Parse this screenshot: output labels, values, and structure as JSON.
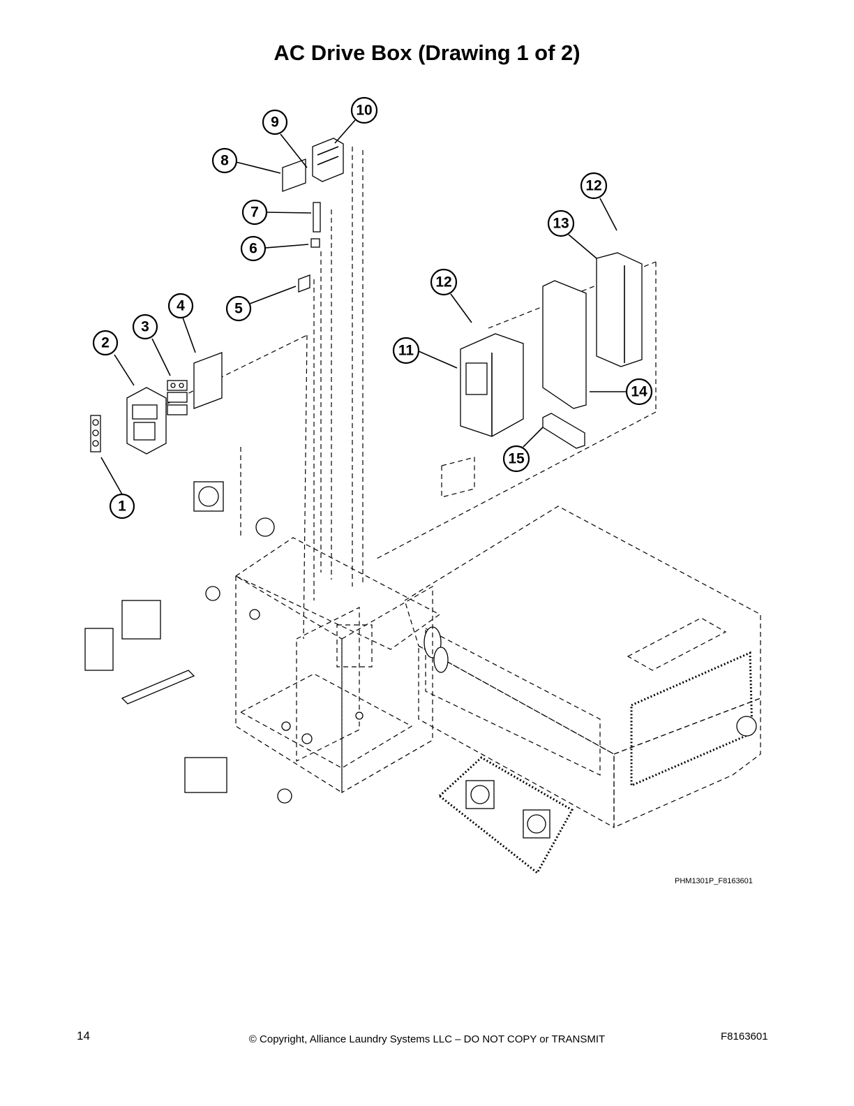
{
  "page": {
    "title": "AC Drive Box (Drawing 1 of 2)",
    "drawing_id": "PHM1301P_F8163601",
    "footer": {
      "page_number": "14",
      "copyright": "© Copyright, Alliance Laundry Systems LLC – DO NOT COPY or TRANSMIT",
      "document_number": "F8163601"
    }
  },
  "callouts": [
    {
      "label": "1"
    },
    {
      "label": "2"
    },
    {
      "label": "3"
    },
    {
      "label": "4"
    },
    {
      "label": "5"
    },
    {
      "label": "6"
    },
    {
      "label": "7"
    },
    {
      "label": "8"
    },
    {
      "label": "9"
    },
    {
      "label": "10"
    },
    {
      "label": "11"
    },
    {
      "label": "12"
    },
    {
      "label": "12"
    },
    {
      "label": "13"
    },
    {
      "label": "14"
    },
    {
      "label": "15"
    }
  ]
}
